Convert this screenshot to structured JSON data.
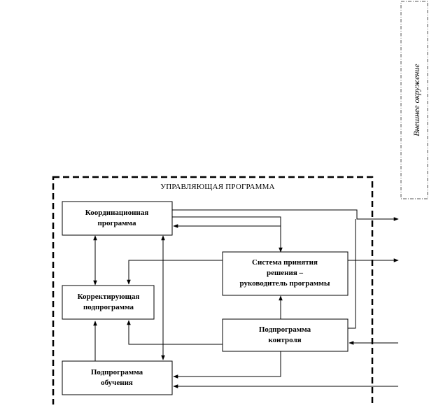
{
  "diagram": {
    "external_label": "Внешнее окружение",
    "container_title": "УПРАВЛЯЮЩАЯ ПРОГРАММА",
    "blocks": {
      "coordination": {
        "line1": "Координационная",
        "line2": "программа"
      },
      "decision": {
        "line1": "Система принятия",
        "line2": "решения –",
        "line3": "руководитель программы"
      },
      "correction": {
        "line1": "Корректирующая",
        "line2": "подпрограмма"
      },
      "control": {
        "line1": "Подпрограмма",
        "line2": "контроля"
      },
      "learning": {
        "line1": "Подпрограмма",
        "line2": "обучения"
      }
    }
  }
}
